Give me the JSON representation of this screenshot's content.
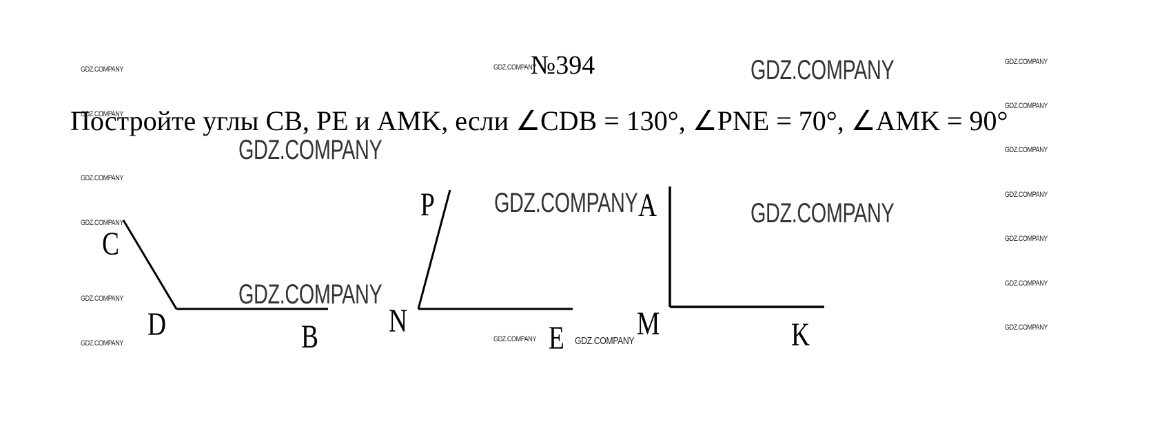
{
  "header": {
    "number": "№394"
  },
  "problem": {
    "text": "Постройте углы CB, PE и AMK, если ∠CDB = 130°, ∠PNE = 70°, ∠AMK = 90°"
  },
  "watermark": {
    "text": "GDZ.COMPANY"
  },
  "figures": {
    "angle_cdb": {
      "labels": {
        "c": "C",
        "d": "D",
        "b": "B"
      },
      "degrees": 130
    },
    "angle_pne": {
      "labels": {
        "p": "P",
        "n": "N",
        "e": "E"
      },
      "degrees": 70
    },
    "angle_amk": {
      "labels": {
        "a": "A",
        "m": "M",
        "k": "K"
      },
      "degrees": 90
    }
  },
  "colors": {
    "ink": "#000000",
    "background": "#ffffff"
  }
}
